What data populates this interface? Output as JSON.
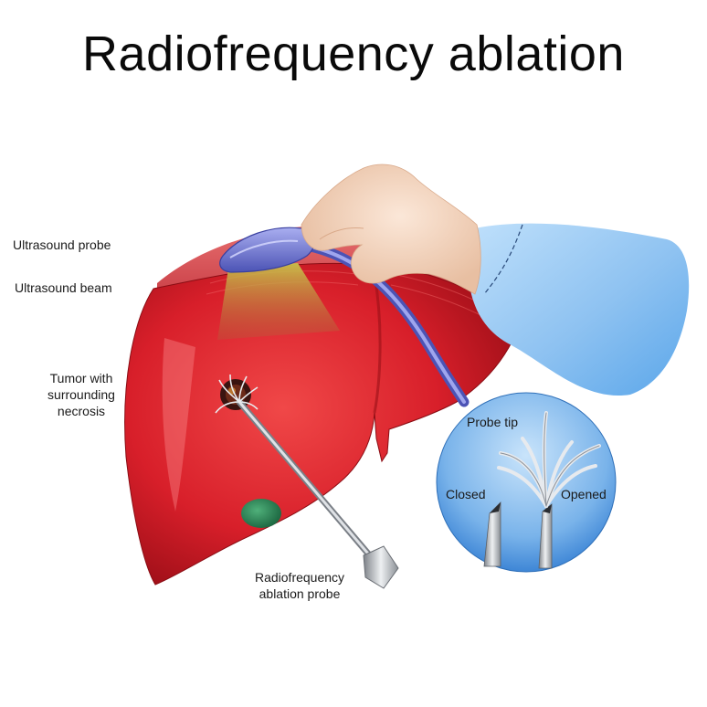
{
  "title": "Radiofrequency ablation",
  "labels": {
    "ultrasound_probe": "Ultrasound probe",
    "ultrasound_beam": "Ultrasound beam",
    "tumor_line1": "Tumor with",
    "tumor_line2": "surrounding",
    "tumor_line3": "necrosis",
    "rfa_probe_line1": "Radiofrequency",
    "rfa_probe_line2": "ablation probe",
    "probe_tip": "Probe tip",
    "closed": "Closed",
    "opened": "Opened"
  },
  "colors": {
    "liver": "#d8202a",
    "liver_dark": "#a8121c",
    "liver_light": "#f05a5a",
    "gallbladder": "#2f8a5a",
    "probe_body": "#6d76d0",
    "beam": "#b8b44a",
    "skin": "#f3d6c0",
    "sleeve": "#8fc3f0",
    "inset_bg": "#5a9ee0",
    "metal": "#b8bcc2"
  }
}
